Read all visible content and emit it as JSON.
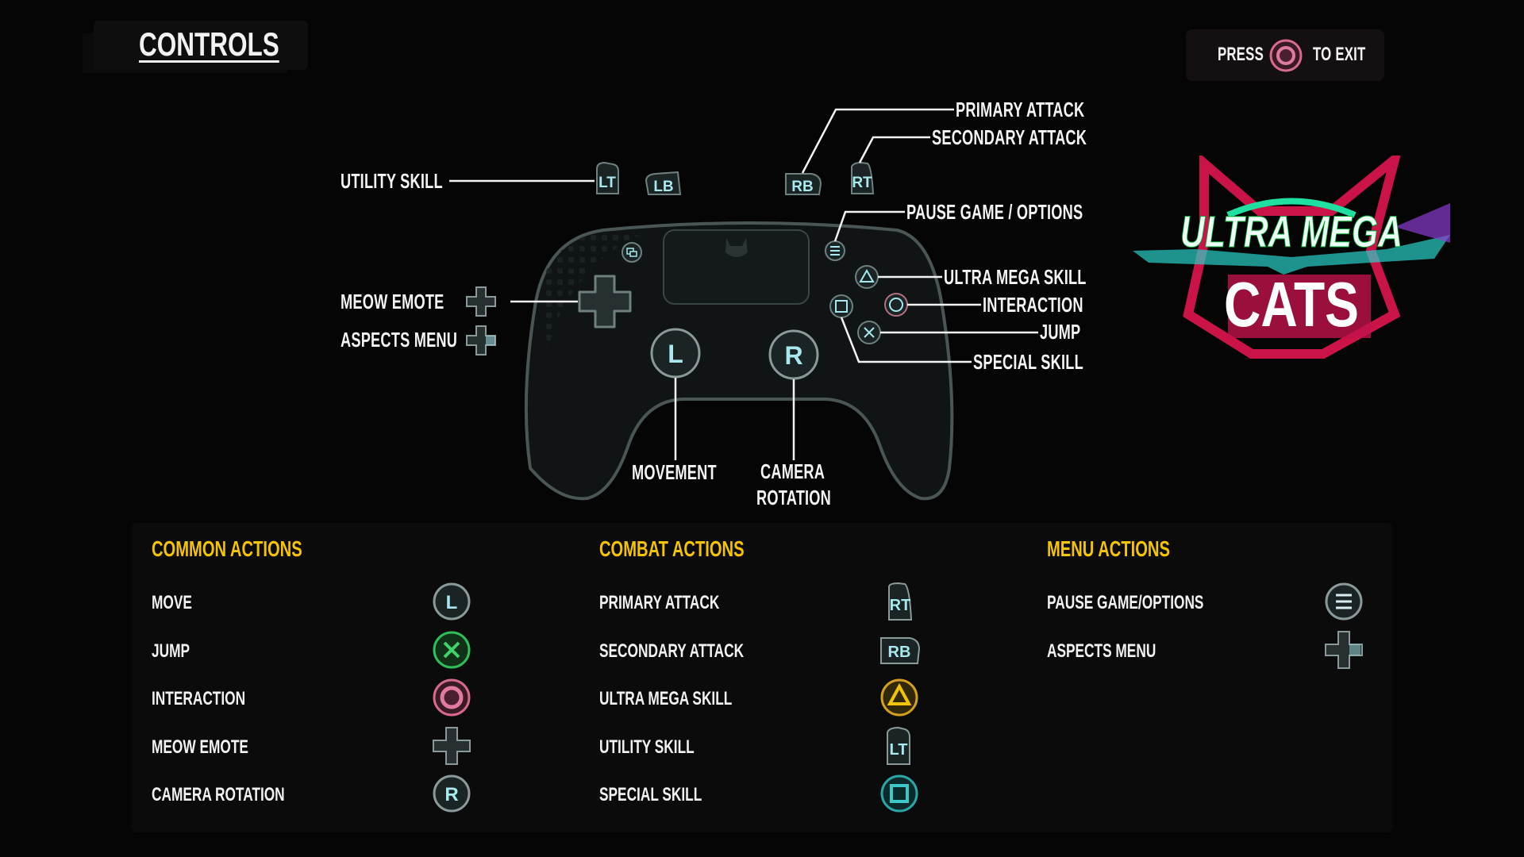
{
  "header": {
    "title": "CONTROLS",
    "exit_press": "PRESS",
    "exit_to": "TO EXIT",
    "exit_button": "circle-button"
  },
  "logo": {
    "text": "ULTRA MEGA CATS"
  },
  "controller": {
    "buttons": {
      "lt": "LT",
      "lb": "LB",
      "rb": "RB",
      "rt": "RT",
      "l": "L",
      "r": "R"
    },
    "labels": {
      "utility_skill": "UTILITY SKILL",
      "meow_emote": "MEOW EMOTE",
      "aspects_menu": "ASPECTS MENU",
      "primary_attack": "PRIMARY ATTACK",
      "secondary_attack": "SECONDARY ATTACK",
      "pause": "PAUSE GAME / OPTIONS",
      "ultra_mega_skill": "ULTRA MEGA SKILL",
      "interaction": "INTERACTION",
      "jump": "JUMP",
      "special_skill": "SPECIAL SKILL",
      "movement": "MOVEMENT",
      "camera_1": "CAMERA",
      "camera_2": "ROTATION"
    }
  },
  "sections": [
    {
      "title": "COMMON ACTIONS",
      "rows": [
        {
          "label": "MOVE",
          "icon": "left-stick"
        },
        {
          "label": "JUMP",
          "icon": "cross-button"
        },
        {
          "label": "INTERACTION",
          "icon": "circle-button"
        },
        {
          "label": "MEOW EMOTE",
          "icon": "dpad"
        },
        {
          "label": "CAMERA ROTATION",
          "icon": "right-stick"
        }
      ]
    },
    {
      "title": "COMBAT ACTIONS",
      "rows": [
        {
          "label": "PRIMARY ATTACK",
          "icon": "rt-button"
        },
        {
          "label": "SECONDARY ATTACK",
          "icon": "rb-button"
        },
        {
          "label": "ULTRA MEGA SKILL",
          "icon": "triangle-button"
        },
        {
          "label": "UTILITY SKILL",
          "icon": "lt-button"
        },
        {
          "label": "SPECIAL SKILL",
          "icon": "square-button"
        }
      ]
    },
    {
      "title": "MENU ACTIONS",
      "rows": [
        {
          "label": "PAUSE GAME/OPTIONS",
          "icon": "options-button"
        },
        {
          "label": "ASPECTS MENU",
          "icon": "dpad"
        }
      ]
    }
  ],
  "colors": {
    "accent": "#f5c400",
    "cyan": "#9fe3ea",
    "pink": "#e0648a",
    "green": "#2fbf5a",
    "yellow": "#f5c400",
    "teal": "#2aa6a6"
  }
}
